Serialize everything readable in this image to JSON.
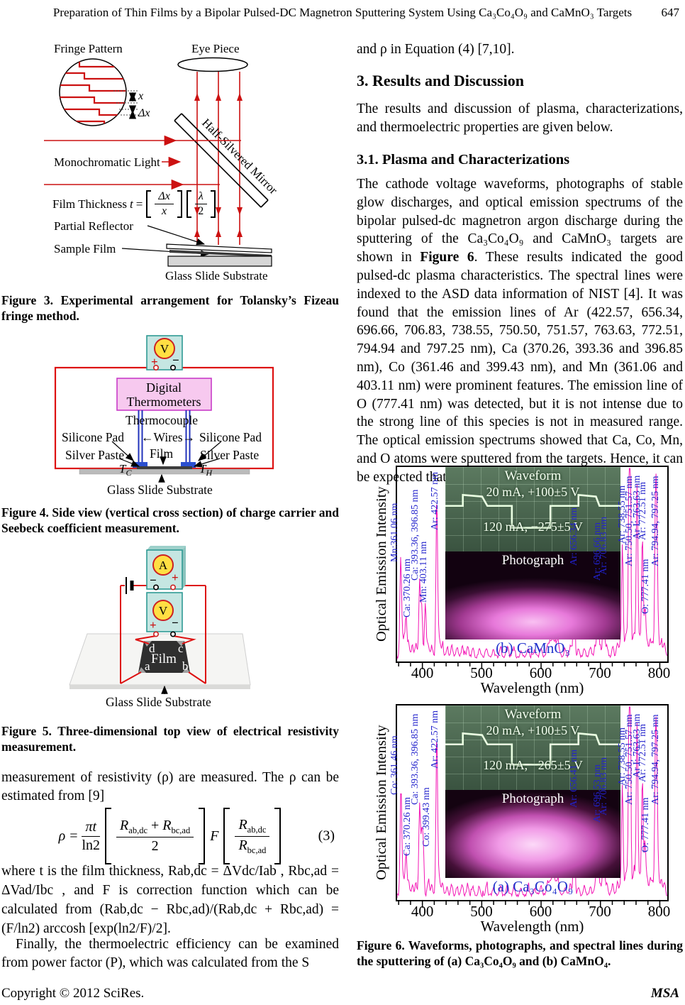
{
  "header": {
    "title": "Preparation of Thin Films by a Bipolar Pulsed-DC Magnetron Sputtering System Using Ca₃Co₄O₉ and CaMnO₃ Targets",
    "page_number": "647"
  },
  "figures": {
    "fig3": {
      "labels": {
        "fringe_pattern": "Fringe Pattern",
        "eye_piece": "Eye Piece",
        "x_gap": "x",
        "dx_gap": "Δx",
        "mirror": "Half-Silvered Mirror",
        "mono": "Monochromatic Light",
        "ft_prefix": "Film Thickness",
        "ft_var": "t",
        "ft_eq": "=",
        "f1_num": "Δx",
        "f1_den": "x",
        "f2_num": "λ",
        "f2_den": "2",
        "partial_reflector": "Partial Reflector",
        "sample_film": "Sample Film",
        "substrate": "Glass Slide Substrate"
      },
      "caption": "Figure 3. Experimental arrangement for Tolansky’s Fizeau fringe method."
    },
    "fig4": {
      "labels": {
        "meter": "V",
        "plus": "+",
        "minus": "−",
        "dt_line1": "Digital",
        "dt_line2": "Thermometers",
        "thermocouple": "Thermocouple",
        "silicone_left": "Silicone Pad",
        "wires": "←Wires→",
        "silicone_right": "Silicone Pad",
        "silver_left": "Silver Paste",
        "film": "Film",
        "silver_right": "Silver Paste",
        "t_base": "T",
        "tc_sub": "C",
        "th_sub": "H",
        "substrate": "Glass Slide Substrate"
      },
      "caption": "Figure 4. Side view (vertical cross section) of charge carrier and Seebeck coefficient measurement."
    },
    "fig5": {
      "labels": {
        "ammeter": "A",
        "voltmeter": "V",
        "am_minus": "−",
        "am_plus": "+",
        "vm_plus": "+",
        "vm_minus": "−",
        "corner_d": "d",
        "corner_c": "c",
        "corner_a": "a",
        "corner_b": "b",
        "film": "Film",
        "substrate": "Glass Slide Substrate"
      },
      "caption": "Figure 5. Three-dimensional top view of electrical resistivity measurement."
    }
  },
  "left_text": {
    "para1": "measurement of resistivity (ρ) are measured. The ρ can be estimated from [9]",
    "equation3": {
      "lhs": "ρ",
      "eq": "=",
      "num1": "πt",
      "den1": "ln2",
      "r": "R",
      "sub_abdc": "ab,dc",
      "plus": "+",
      "sub_bcad": "bc,ad",
      "den2": "2",
      "f": "F",
      "tag": "(3)"
    },
    "para2": "where t is the film thickness, Rab,dc = ΔVdc/Iab , Rbc,ad = ΔVad/Ibc , and F is correction function which can be calculated from (Rab,dc − Rbc,ad)/(Rab,dc + Rbc,ad) = (F/ln2) arccosh [exp(ln2/F)/2].",
    "para3": "Finally, the thermoelectric efficiency can be examined from power factor (P), which was calculated from the S"
  },
  "right_text": {
    "intro": "and ρ in Equation (4) [7,10].",
    "h2": "3. Results and Discussion",
    "p1": "The results and discussion of plasma, characterizations, and thermoelectric properties are given below.",
    "h3": "3.1. Plasma and Characterizations",
    "p2_before": "The cathode voltage waveforms, photographs of stable glow discharges, and optical emission spectrums of the bipolar pulsed-dc magnetron argon discharge during the sputtering of the Ca₃Co₄O₉ and CaMnO₃ targets are shown in ",
    "p2_bold": "Figure 6",
    "p2_after": ". These results indicated the good pulsed-dc plasma characteristics. The spectral lines were indexed to the ASD data information of NIST [4]. It was found that the emission lines of Ar (422.57, 656.34, 696.66, 706.83, 738.55, 750.50, 751.57, 763.63, 772.51, 794.94 and 797.25 nm), Ca (370.26, 393.36 and 396.85 nm), Co (361.46 and 399.43 nm), and Mn (361.06 and 403.11 nm) were prominent features. The emission line of O (777.41 nm) was detected, but it is not intense due to the strong line of this species is not in measured range. The optical emission spectrums showed that Ca, Co, Mn, and O atoms were sputtered from the targets. Hence, it can be expected that"
  },
  "figure6": {
    "caption": "Figure 6. Waveforms, photographs, and spectral lines during the sputtering of (a) Ca₃Co₄O₉ and (b) CaMnO₄."
  },
  "footer": {
    "left": "Copyright © 2012 SciRes.",
    "right": "MSA"
  },
  "chart_data": [
    {
      "type": "line",
      "title": "(b) CaMnO₃",
      "target": "CaMnO₃",
      "ylabel": "Optical Emission Intensity",
      "xlabel": "Wavelength (nm)",
      "x_range": [
        355,
        815
      ],
      "xticks": [
        400,
        500,
        600,
        700,
        800
      ],
      "yaxis": "arbitrary intensity, no tick labels",
      "grid": "off",
      "line_color": "#f314b4",
      "label_color": "#2222cc",
      "waveform_inset": {
        "title": "Waveform",
        "line1": "20 mA, +100±5 V",
        "line2": "120 mA, −275±5 V",
        "trace": [
          [
            0,
            46
          ],
          [
            10,
            46
          ],
          [
            10,
            33
          ],
          [
            21,
            35
          ],
          [
            24,
            46
          ],
          [
            38,
            46
          ],
          [
            38,
            72
          ],
          [
            60,
            72
          ],
          [
            60,
            46
          ],
          [
            68,
            46
          ],
          [
            76,
            46
          ],
          [
            76,
            33
          ],
          [
            86,
            35
          ],
          [
            88,
            46
          ],
          [
            100,
            46
          ]
        ]
      },
      "photograph_inset": {
        "title": "Photograph"
      },
      "peaks": [
        {
          "wl": 361.06,
          "i": 0.52,
          "label": "Mn:361.06 nm",
          "lx": -6
        },
        {
          "wl": 370.26,
          "i": 0.22,
          "label": "Ca: 370.26 nm",
          "lx": 4
        },
        {
          "wl": 393.36,
          "i": 0.42,
          "label": "Ca: 393.36, 396.85 nm",
          "lx": -4
        },
        {
          "wl": 396.85,
          "i": 0.28
        },
        {
          "wl": 403.11,
          "i": 0.3,
          "label": "Mn: 403.11 nm",
          "lx": 0
        },
        {
          "wl": 422.57,
          "i": 0.88,
          "label": "Ar: 422.57 nm"
        },
        {
          "wl": 656.34,
          "i": 0.5,
          "label": "Ar: 656.34 nm"
        },
        {
          "wl": 696.66,
          "i": 0.42,
          "label": "Ar: 696.66 nm"
        },
        {
          "wl": 706.83,
          "i": 0.45,
          "label": "Ar: 706.83 nm"
        },
        {
          "wl": 738.55,
          "i": 0.62,
          "label": "Ar: 738.55 nm"
        },
        {
          "wl": 750.5,
          "i": 1.0,
          "label": "Ar: 750.50, 751.57 nm"
        },
        {
          "wl": 751.57,
          "i": 0.97
        },
        {
          "wl": 763.63,
          "i": 0.95,
          "label": "Ar I: 763.63 nm"
        },
        {
          "wl": 772.51,
          "i": 0.64,
          "label": "Ar: 772.51 nm"
        },
        {
          "wl": 777.41,
          "i": 0.24,
          "label": "O: 777.41 nm"
        },
        {
          "wl": 794.94,
          "i": 0.8,
          "label": "Ar: 794.94, 797.25 nm"
        },
        {
          "wl": 797.25,
          "i": 0.6
        }
      ],
      "minor_peaks": [
        {
          "wl": 363.5,
          "i": 0.1
        },
        {
          "wl": 367,
          "i": 0.07
        },
        {
          "wl": 374.5,
          "i": 0.08
        },
        {
          "wl": 381,
          "i": 0.06
        },
        {
          "wl": 387,
          "i": 0.07
        },
        {
          "wl": 408,
          "i": 0.07
        },
        {
          "wl": 414,
          "i": 0.06
        },
        {
          "wl": 426.5,
          "i": 0.11
        },
        {
          "wl": 432,
          "i": 0.07
        },
        {
          "wl": 440,
          "i": 0.05
        },
        {
          "wl": 448,
          "i": 0.06
        },
        {
          "wl": 457,
          "i": 0.05
        },
        {
          "wl": 466,
          "i": 0.06
        },
        {
          "wl": 475,
          "i": 0.06
        },
        {
          "wl": 484,
          "i": 0.05
        },
        {
          "wl": 495,
          "i": 0.05
        },
        {
          "wl": 507,
          "i": 0.05
        },
        {
          "wl": 519,
          "i": 0.04
        },
        {
          "wl": 531,
          "i": 0.05
        },
        {
          "wl": 543,
          "i": 0.06
        },
        {
          "wl": 554,
          "i": 0.05
        },
        {
          "wl": 566,
          "i": 0.04
        },
        {
          "wl": 578,
          "i": 0.05
        },
        {
          "wl": 589,
          "i": 0.04
        },
        {
          "wl": 600,
          "i": 0.05
        },
        {
          "wl": 611,
          "i": 0.04
        },
        {
          "wl": 620,
          "i": 0.1,
          "w": 5
        },
        {
          "wl": 629,
          "i": 0.06
        },
        {
          "wl": 641,
          "i": 0.05
        },
        {
          "wl": 650,
          "i": 0.06
        },
        {
          "wl": 664,
          "i": 0.05
        },
        {
          "wl": 674,
          "i": 0.05
        },
        {
          "wl": 684,
          "i": 0.05
        },
        {
          "wl": 692,
          "i": 0.06
        },
        {
          "wl": 701,
          "i": 0.06
        },
        {
          "wl": 712,
          "i": 0.07
        },
        {
          "wl": 722,
          "i": 0.06
        },
        {
          "wl": 730,
          "i": 0.07
        },
        {
          "wl": 735,
          "i": 0.06
        },
        {
          "wl": 744,
          "i": 0.1
        },
        {
          "wl": 747.5,
          "i": 0.12
        },
        {
          "wl": 757,
          "i": 0.1
        },
        {
          "wl": 760,
          "i": 0.09
        },
        {
          "wl": 768,
          "i": 0.11
        },
        {
          "wl": 775,
          "i": 0.08
        },
        {
          "wl": 781,
          "i": 0.08
        },
        {
          "wl": 786,
          "i": 0.09
        },
        {
          "wl": 790,
          "i": 0.07
        },
        {
          "wl": 800,
          "i": 0.1
        },
        {
          "wl": 805,
          "i": 0.08
        },
        {
          "wl": 810,
          "i": 0.07
        }
      ]
    },
    {
      "type": "line",
      "title": "(a) Ca₃Co₄O₉",
      "target": "Ca₃Co₄O₉",
      "ylabel": "Optical Emission Intensity",
      "xlabel": "Wavelength (nm)",
      "x_range": [
        355,
        815
      ],
      "xticks": [
        400,
        500,
        600,
        700,
        800
      ],
      "yaxis": "arbitrary intensity, no tick labels",
      "grid": "off",
      "line_color": "#f314b4",
      "label_color": "#2222cc",
      "waveform_inset": {
        "title": "Waveform",
        "line1": "20 mA, +100±5 V",
        "line2": "120 mA, −265±5 V",
        "trace": [
          [
            0,
            46
          ],
          [
            10,
            46
          ],
          [
            10,
            33
          ],
          [
            21,
            35
          ],
          [
            24,
            46
          ],
          [
            38,
            46
          ],
          [
            38,
            70
          ],
          [
            60,
            70
          ],
          [
            60,
            46
          ],
          [
            68,
            46
          ],
          [
            76,
            46
          ],
          [
            76,
            33
          ],
          [
            86,
            35
          ],
          [
            88,
            46
          ],
          [
            100,
            46
          ]
        ]
      },
      "photograph_inset": {
        "title": "Photograph"
      },
      "peaks": [
        {
          "wl": 361.46,
          "i": 0.55,
          "label": "Co: 361.46 nm",
          "lx": -6
        },
        {
          "wl": 370.26,
          "i": 0.22,
          "label": "Ca: 370.26 nm",
          "lx": 4
        },
        {
          "wl": 393.36,
          "i": 0.5,
          "label": "Ca: 393.36, 396.85 nm",
          "lx": -4
        },
        {
          "wl": 396.85,
          "i": 0.3
        },
        {
          "wl": 399.43,
          "i": 0.27,
          "label": "Co: 399.43 nm",
          "lx": 7
        },
        {
          "wl": 422.57,
          "i": 0.9,
          "label": "Ar: 422.57 nm"
        },
        {
          "wl": 656.41,
          "i": 0.48,
          "label": "Ar: 656.41 nm"
        },
        {
          "wl": 696.53,
          "i": 0.4,
          "label": "Ar: 696.53 nm"
        },
        {
          "wl": 706.83,
          "i": 0.44,
          "label": "Ar: 706.83 nm"
        },
        {
          "wl": 738.55,
          "i": 0.6,
          "label": "Ar: 738.55 nm"
        },
        {
          "wl": 750.5,
          "i": 1.0,
          "label": "Ar: 750.50, 751.57 nm"
        },
        {
          "wl": 751.57,
          "i": 0.97
        },
        {
          "wl": 763.63,
          "i": 0.95,
          "label": "Ar I: 763.63 nm"
        },
        {
          "wl": 772.51,
          "i": 0.62,
          "label": "Ar: 772.51 nm"
        },
        {
          "wl": 777.41,
          "i": 0.24,
          "label": "O: 777.41 nm"
        },
        {
          "wl": 794.94,
          "i": 0.78,
          "label": "Ar: 794.94, 797.25 nm"
        },
        {
          "wl": 797.25,
          "i": 0.58
        }
      ],
      "minor_peaks": [
        {
          "wl": 363.5,
          "i": 0.1
        },
        {
          "wl": 367,
          "i": 0.07
        },
        {
          "wl": 374.5,
          "i": 0.08
        },
        {
          "wl": 381,
          "i": 0.06
        },
        {
          "wl": 387,
          "i": 0.07
        },
        {
          "wl": 408,
          "i": 0.07
        },
        {
          "wl": 414,
          "i": 0.06
        },
        {
          "wl": 426.5,
          "i": 0.11
        },
        {
          "wl": 432,
          "i": 0.07
        },
        {
          "wl": 440,
          "i": 0.05
        },
        {
          "wl": 448,
          "i": 0.06
        },
        {
          "wl": 457,
          "i": 0.05
        },
        {
          "wl": 466,
          "i": 0.06
        },
        {
          "wl": 475,
          "i": 0.06
        },
        {
          "wl": 484,
          "i": 0.05
        },
        {
          "wl": 495,
          "i": 0.05
        },
        {
          "wl": 507,
          "i": 0.05
        },
        {
          "wl": 519,
          "i": 0.04
        },
        {
          "wl": 531,
          "i": 0.05
        },
        {
          "wl": 543,
          "i": 0.06
        },
        {
          "wl": 554,
          "i": 0.05
        },
        {
          "wl": 566,
          "i": 0.04
        },
        {
          "wl": 578,
          "i": 0.05
        },
        {
          "wl": 589,
          "i": 0.04
        },
        {
          "wl": 600,
          "i": 0.05
        },
        {
          "wl": 611,
          "i": 0.04
        },
        {
          "wl": 620,
          "i": 0.1,
          "w": 5
        },
        {
          "wl": 629,
          "i": 0.06
        },
        {
          "wl": 641,
          "i": 0.05
        },
        {
          "wl": 650,
          "i": 0.06
        },
        {
          "wl": 664,
          "i": 0.05
        },
        {
          "wl": 674,
          "i": 0.05
        },
        {
          "wl": 684,
          "i": 0.05
        },
        {
          "wl": 692,
          "i": 0.06
        },
        {
          "wl": 701,
          "i": 0.06
        },
        {
          "wl": 712,
          "i": 0.07
        },
        {
          "wl": 722,
          "i": 0.06
        },
        {
          "wl": 730,
          "i": 0.07
        },
        {
          "wl": 735,
          "i": 0.06
        },
        {
          "wl": 744,
          "i": 0.1
        },
        {
          "wl": 747.5,
          "i": 0.12
        },
        {
          "wl": 757,
          "i": 0.1
        },
        {
          "wl": 760,
          "i": 0.09
        },
        {
          "wl": 768,
          "i": 0.11
        },
        {
          "wl": 775,
          "i": 0.08
        },
        {
          "wl": 781,
          "i": 0.08
        },
        {
          "wl": 786,
          "i": 0.09
        },
        {
          "wl": 790,
          "i": 0.07
        },
        {
          "wl": 800,
          "i": 0.1
        },
        {
          "wl": 805,
          "i": 0.08
        },
        {
          "wl": 810,
          "i": 0.07
        }
      ]
    }
  ]
}
